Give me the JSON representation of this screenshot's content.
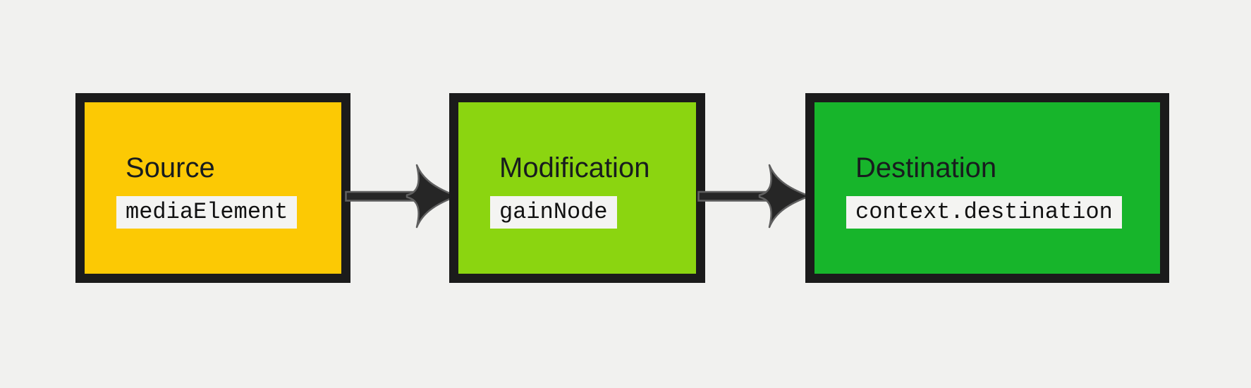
{
  "diagram": {
    "background_color": "#f1f1ef",
    "node_border_color": "#1b1b1b",
    "code_chip": {
      "background": "#f4f4f2",
      "text_color": "#111111"
    },
    "arrow": {
      "fill": "#262626",
      "stroke": "#606060"
    },
    "nodes": [
      {
        "id": "source",
        "label": "Source",
        "code": "mediaElement",
        "fill": "#fcc904",
        "label_color": "#181c1e"
      },
      {
        "id": "modification",
        "label": "Modification",
        "code": "gainNode",
        "fill": "#8bd510",
        "label_color": "#181c1e"
      },
      {
        "id": "destination",
        "label": "Destination",
        "code": "context.destination",
        "fill": "#17b52b",
        "label_color": "#181c1e"
      }
    ],
    "connections": [
      {
        "from": "source",
        "to": "modification"
      },
      {
        "from": "modification",
        "to": "destination"
      }
    ]
  }
}
